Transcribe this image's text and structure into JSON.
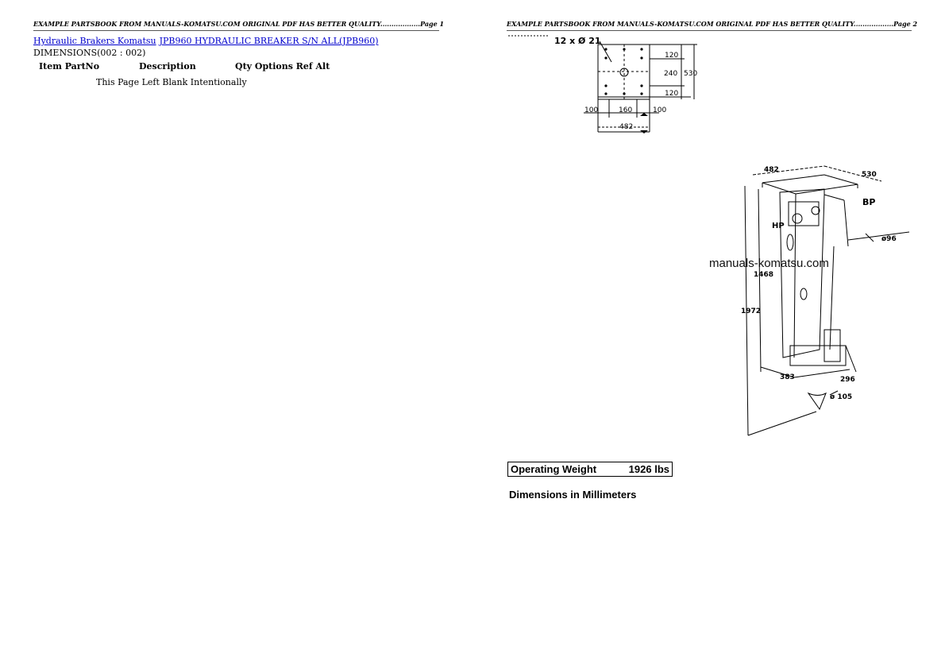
{
  "page1": {
    "header": "EXAMPLE PARTSBOOK FROM MANUALS-KOMATSU.COM ORIGINAL PDF HAS BETTER QUALITY..................Page 1",
    "title_link_part1": "Hydraulic Brakers Komatsu",
    "title_link_part2": "JPB960 HYDRAULIC BREAKER S/N ALL(JPB960)",
    "subtitle": "DIMENSIONS(002 : 002)",
    "columns": [
      "Item PartNo",
      "Description",
      "Qty Options Ref Alt"
    ],
    "blank_note": "This Page Left Blank Intentionally"
  },
  "page2": {
    "header": "EXAMPLE PARTSBOOK FROM MANUALS-KOMATSU.COM ORIGINAL PDF HAS BETTER QUALITY..................Page 2",
    "top_view": {
      "hole_label": "12 x Ø 21",
      "dims": [
        "120",
        "240",
        "530",
        "120",
        "100",
        "160",
        "100",
        "482"
      ]
    },
    "side_view": {
      "dims": [
        "482",
        "530",
        "BP",
        "HP",
        "ø96",
        "1468",
        "1972",
        "383",
        "296",
        "ø 105"
      ]
    },
    "watermark": "manuals-komatsu.com",
    "operating_weight_label": "Operating Weight",
    "operating_weight_value": "1926 lbs",
    "dimensions_caption": "Dimensions in Millimeters"
  }
}
